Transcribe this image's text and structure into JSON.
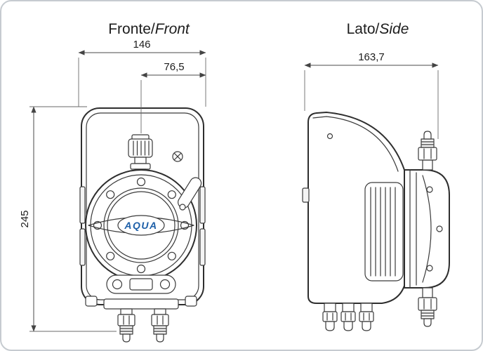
{
  "titles": {
    "front": {
      "regular": "Fronte/",
      "italic": "Front"
    },
    "side": {
      "regular": "Lato/",
      "italic": "Side"
    }
  },
  "dimensions": {
    "front_width": "146",
    "front_offset": "76,5",
    "front_height": "245",
    "side_depth": "163,7"
  },
  "logo": "AQUA",
  "colors": {
    "line": "#2e2e2e",
    "dimension_line": "#4a4a4a",
    "logo_blue": "#1d5fa8",
    "page_border": "#c6cbd0"
  }
}
